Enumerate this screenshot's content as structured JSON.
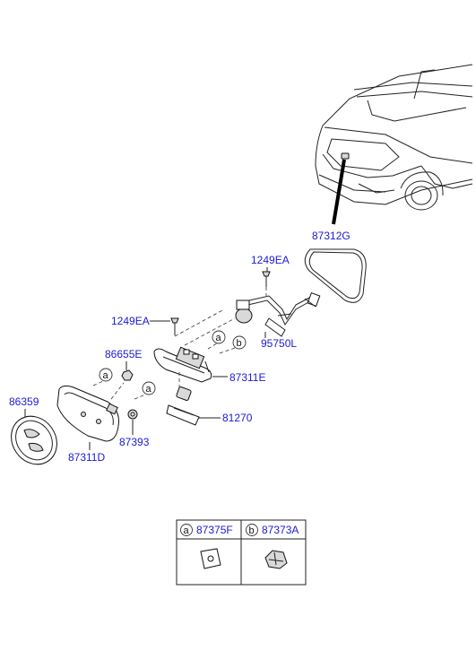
{
  "callouts": {
    "p87312G": "87312G",
    "p1249EA_top": "1249EA",
    "p1249EA_left": "1249EA",
    "p95750L": "95750L",
    "p86655E": "86655E",
    "p87311E": "87311E",
    "p86359": "86359",
    "p81270": "81270",
    "p87393": "87393",
    "p87311D": "87311D"
  },
  "markers": {
    "a": "a",
    "b": "b"
  },
  "legend": {
    "a_letter": "a",
    "a_part": "87375F",
    "b_letter": "b",
    "b_part": "87373A"
  }
}
